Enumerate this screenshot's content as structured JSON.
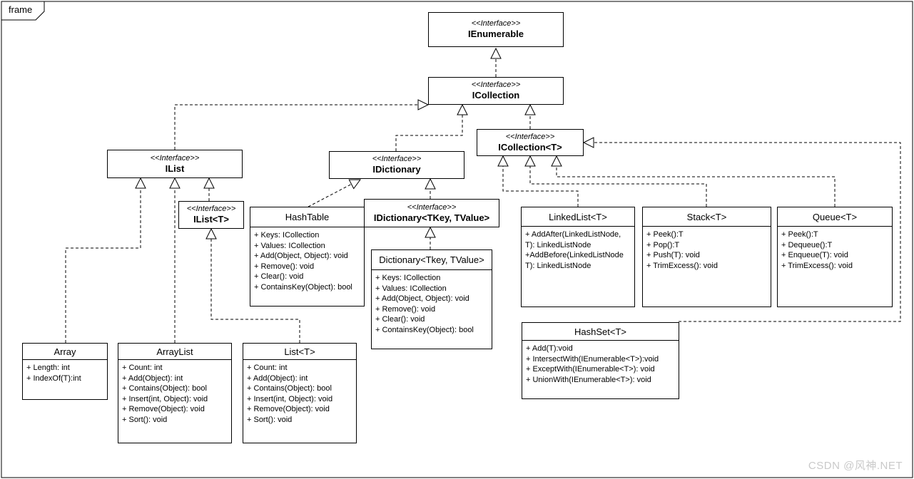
{
  "frame": {
    "label": "frame"
  },
  "watermark": "CSDN @风神.NET",
  "colors": {
    "line": "#000000",
    "background": "#ffffff",
    "watermark": "#c9c9c9"
  },
  "diagram": {
    "nodes": {
      "ienumerable": {
        "stereotype": "<<Interface>>",
        "name": "IEnumerable"
      },
      "icollection": {
        "stereotype": "<<Interface>>",
        "name": "ICollection"
      },
      "icollection_t": {
        "stereotype": "<<Interface>>",
        "name": "ICollection<T>"
      },
      "ilist": {
        "stereotype": "<<Interface>>",
        "name": "IList"
      },
      "ilist_t": {
        "stereotype": "<<Interface>>",
        "name": "IList<T>"
      },
      "idictionary": {
        "stereotype": "<<Interface>>",
        "name": "IDictionary"
      },
      "idictionary_tkv": {
        "stereotype": "<<Interface>>",
        "name": "IDictionary<TKey, TValue>"
      },
      "hashtable": {
        "name": "HashTable",
        "members": [
          "+ Keys: ICollection",
          "+ Values: ICollection",
          "+ Add(Object, Object): void",
          "+ Remove(): void",
          "+ Clear(): void",
          "+ ContainsKey(Object): bool"
        ]
      },
      "dictionary": {
        "name": "Dictionary<Tkey, TValue>",
        "members": [
          "+ Keys: ICollection",
          "+ Values: ICollection",
          "+ Add(Object, Object): void",
          "+ Remove(): void",
          "+ Clear(): void",
          "+ ContainsKey(Object): bool"
        ]
      },
      "linkedlist": {
        "name": "LinkedList<T>",
        "members": [
          "+ AddAfter(LinkedListNode, T): LinkedListNode",
          "+AddBefore(LinkedListNode T): LinkedListNode"
        ]
      },
      "stack": {
        "name": "Stack<T>",
        "members": [
          "+ Peek():T",
          "+ Pop():T",
          "+ Push(T): void",
          "+ TrimExcess(): void"
        ]
      },
      "queue": {
        "name": "Queue<T>",
        "members": [
          "+ Peek():T",
          "+ Dequeue():T",
          "+ Enqueue(T): void",
          "+ TrimExcess(): void"
        ]
      },
      "array": {
        "name": "Array",
        "members": [
          "+ Length: int",
          "+ IndexOf(T):int"
        ]
      },
      "arraylist": {
        "name": "ArrayList",
        "members": [
          "+ Count: int",
          "+ Add(Object): int",
          "+ Contains(Object): bool",
          "+ Insert(int, Object): void",
          "+ Remove(Object): void",
          "+ Sort(): void"
        ]
      },
      "list_t": {
        "name": "List<T>",
        "members": [
          "+ Count: int",
          "+ Add(Object): int",
          "+ Contains(Object): bool",
          "+ Insert(int, Object): void",
          "+ Remove(Object): void",
          "+ Sort(): void"
        ]
      },
      "hashset": {
        "name": "HashSet<T>",
        "members": [
          "+ Add(T):void",
          "+ IntersectWith(IEnumerable<T>):void",
          "+ ExceptWith(IEnumerable<T>): void",
          "+ UnionWith(IEnumerable<T>): void"
        ]
      }
    }
  }
}
